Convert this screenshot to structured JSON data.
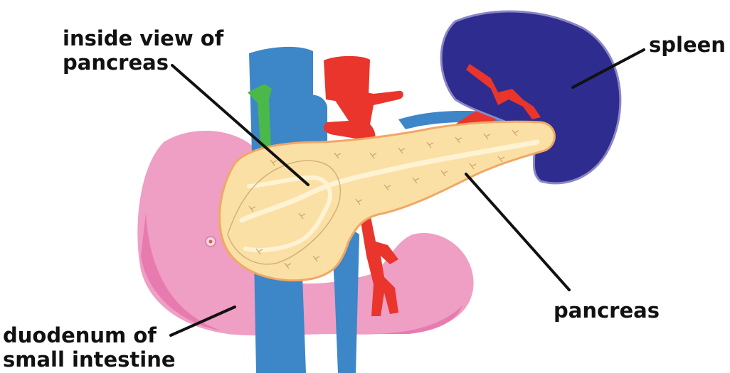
{
  "diagram": {
    "labels": {
      "inside_view": {
        "line1": "inside view of",
        "line2": "pancreas"
      },
      "spleen": "spleen",
      "pancreas": "pancreas",
      "duodenum": {
        "line1": "duodenum of",
        "line2": "small intestine"
      }
    },
    "colors": {
      "pancreas_fill": "#fbe0a6",
      "pancreas_edge": "#f0a865",
      "spleen": "#2e2c8e",
      "spleen_edge": "#8a86c6",
      "duodenum": "#ef9ec4",
      "duodenum_dark": "#e77bb0",
      "vein_blue": "#3d86c8",
      "artery_red": "#e9352b",
      "bile_green": "#4bb84a",
      "leader_line": "#111111"
    }
  }
}
